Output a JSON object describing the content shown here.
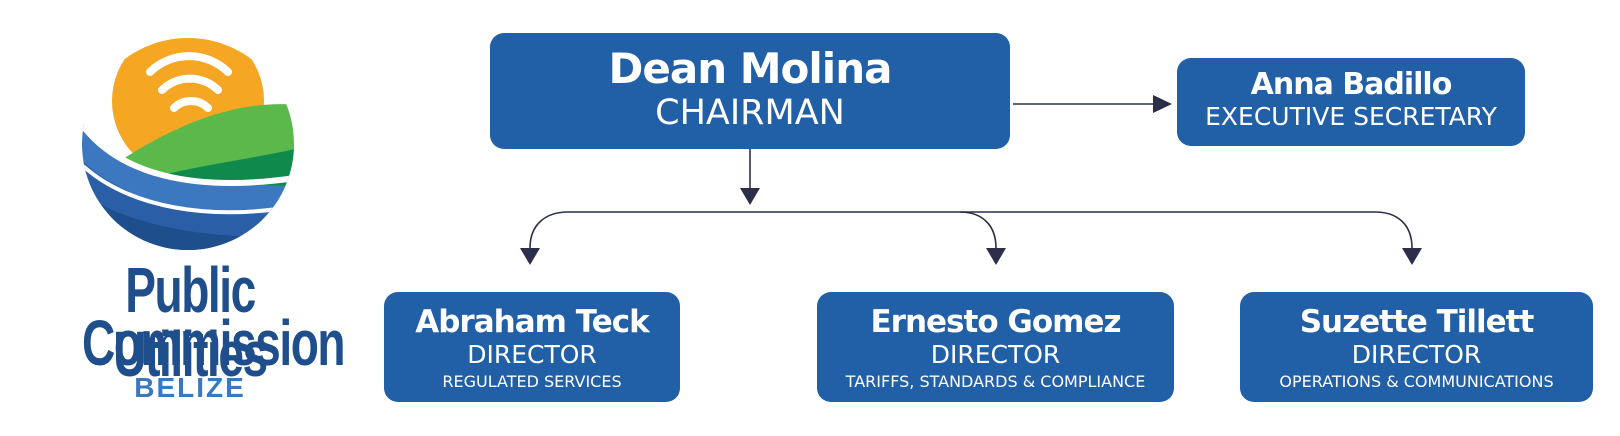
{
  "logo": {
    "line1": "Public Utilities",
    "line2": "Commission",
    "line3": "BELIZE"
  },
  "chairman": {
    "name": "Dean Molina",
    "role": "CHAIRMAN"
  },
  "secretary": {
    "name": "Anna Badillo",
    "role": "EXECUTIVE SECRETARY"
  },
  "directors": [
    {
      "name": "Abraham Teck",
      "role": "DIRECTOR",
      "department": "REGULATED SERVICES"
    },
    {
      "name": "Ernesto Gomez",
      "role": "DIRECTOR",
      "department": "TARIFFS, STANDARDS & COMPLIANCE"
    },
    {
      "name": "Suzette Tillett",
      "role": "DIRECTOR",
      "department": "OPERATIONS & COMMUNICATIONS"
    }
  ],
  "colors": {
    "box": "#215fa6",
    "connector": "#2b2f4a",
    "logo_text": "#1f4e8c",
    "logo_country": "#3c78c0",
    "sun": "#f5a623",
    "green": "#5bb84b",
    "dark_green": "#0f8a4c",
    "blue": "#3c78c0",
    "navy": "#1f4e8c"
  }
}
